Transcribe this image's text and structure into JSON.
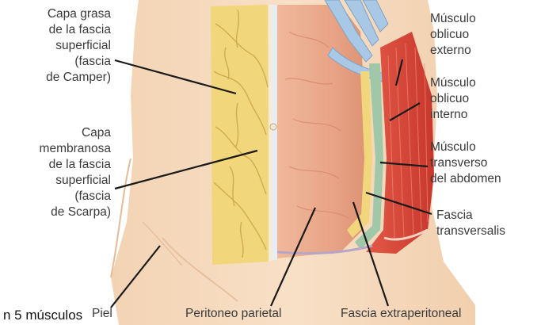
{
  "labels": {
    "camper": [
      "Capa grasa",
      "de la fascia",
      "superficial",
      "(fascia",
      "de Camper)"
    ],
    "scarpa": [
      "Capa",
      "membranosa",
      "de la fascia",
      "superficial",
      "(fascia",
      "de Scarpa)"
    ],
    "externo": [
      "Músculo",
      "oblicuo",
      "externo"
    ],
    "interno": [
      "Músculo",
      "oblicuo",
      "interno"
    ],
    "transverso": [
      "Músculo",
      "transverso",
      "del abdomen"
    ],
    "transversalis": [
      "Fascia",
      "transversalis"
    ],
    "piel": "Piel",
    "peritoneo": "Peritoneo parietal",
    "extraperitoneal": "Fascia extraperitoneal"
  },
  "caption": "n 5 músculos",
  "colors": {
    "skin": "#f6dcc0",
    "fat": "#f2d67c",
    "fat_veins": "#c9a646",
    "peritoneum": "#e8a688",
    "muscle": "#d9473a",
    "bone": "#a9c8e6",
    "fascia": "#9fc7a8",
    "leader_line": "#1a1a1a",
    "text": "#3a3a3a"
  }
}
